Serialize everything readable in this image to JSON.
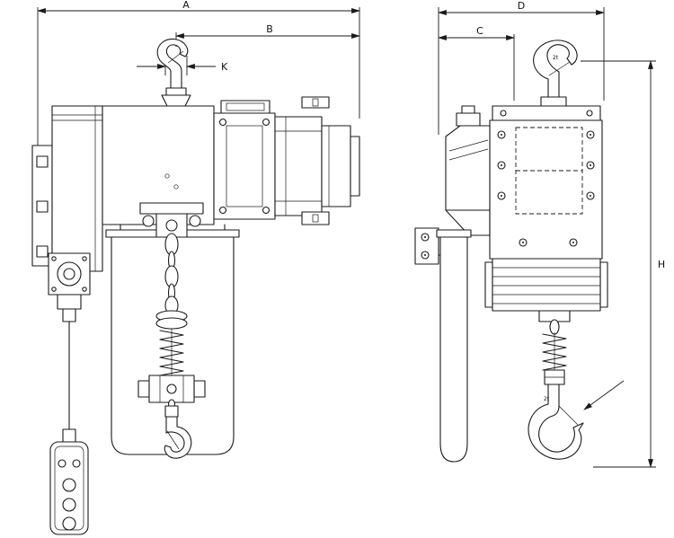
{
  "drawing": {
    "dimensions": {
      "A": "A",
      "B": "B",
      "K": "K",
      "D": "D",
      "C": "C",
      "H": "H"
    },
    "hook_marking": "2t",
    "colors": {
      "line": "#1a1a1a",
      "background": "#ffffff"
    }
  }
}
